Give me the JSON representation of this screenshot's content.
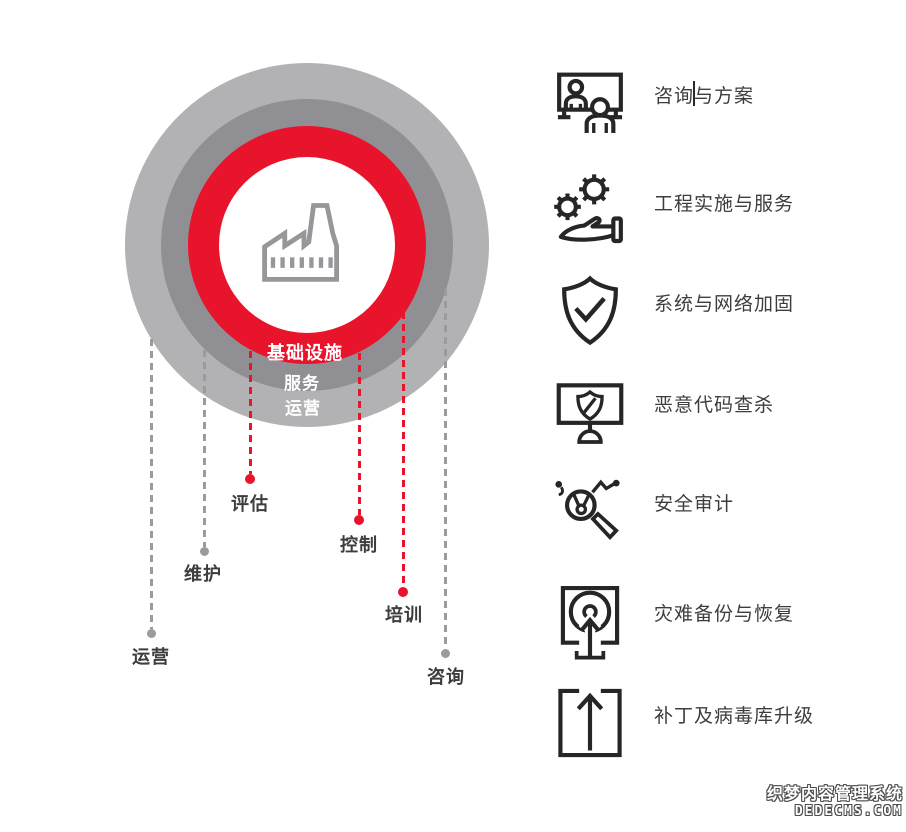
{
  "colors": {
    "accent_red": "#e8142c",
    "ring_gray_dark": "#909094",
    "ring_gray_light": "#b2b2b4",
    "factory_gray": "#97979b",
    "icon_stroke": "#262626",
    "text_dark": "#3d3d3d"
  },
  "diagram": {
    "center_icon": "factory-icon",
    "rings": [
      {
        "label": "基础设施",
        "color": "#e8142c"
      },
      {
        "label": "服务",
        "color": "#909094"
      },
      {
        "label": "运营",
        "color": "#b2b2b4"
      }
    ],
    "callouts": [
      {
        "label": "运营",
        "color": "gray"
      },
      {
        "label": "维护",
        "color": "gray"
      },
      {
        "label": "评估",
        "color": "red"
      },
      {
        "label": "控制",
        "color": "red"
      },
      {
        "label": "培训",
        "color": "red"
      },
      {
        "label": "咨询",
        "color": "gray"
      }
    ]
  },
  "services": [
    {
      "icon": "presentation-icon",
      "label_start": "咨询",
      "label_end": "与方案",
      "cursor": true
    },
    {
      "icon": "gears-hand-icon",
      "label": "工程实施与服务"
    },
    {
      "icon": "shield-check-icon",
      "label": "系统与网络加固"
    },
    {
      "icon": "monitor-shield-icon",
      "label": "恶意代码查杀"
    },
    {
      "icon": "audit-magnifier-icon",
      "label": "安全审计"
    },
    {
      "icon": "disk-backup-icon",
      "label": "灾难备份与恢复"
    },
    {
      "icon": "upload-arrow-icon",
      "label": "补丁及病毒库升级"
    }
  ],
  "watermark": {
    "line1": "织梦内容管理系统",
    "line2": "DEDECMS.COM"
  }
}
